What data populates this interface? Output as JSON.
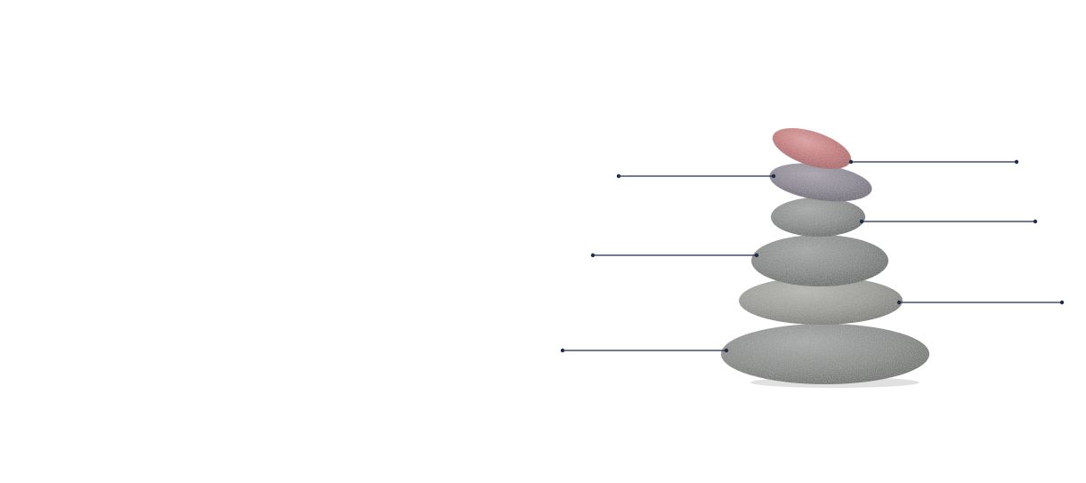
{
  "diagram": {
    "stones": [
      {
        "id": "stone-1",
        "color": "#c97a7c"
      },
      {
        "id": "stone-2",
        "color": "#8d8895"
      },
      {
        "id": "stone-3",
        "color": "#8c8e8d"
      },
      {
        "id": "stone-4",
        "color": "#868a88"
      },
      {
        "id": "stone-5",
        "color": "#9c9d97"
      },
      {
        "id": "stone-6",
        "color": "#8a8c8a"
      }
    ],
    "leader_color": "#1f2d4a",
    "labels": []
  }
}
